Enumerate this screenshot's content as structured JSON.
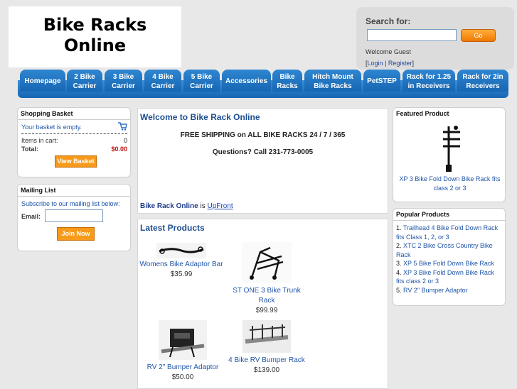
{
  "logo": {
    "line1": "Bike Racks",
    "line2": "Online"
  },
  "search": {
    "label": "Search for:",
    "value": "",
    "go_label": "Go",
    "welcome": "Welcome Guest",
    "login": "Login",
    "sep": "|",
    "register": "Register",
    "open_bracket": "[",
    "close_bracket": "]"
  },
  "nav": [
    {
      "l1": "Homepage",
      "l2": ""
    },
    {
      "l1": "2 Bike",
      "l2": "Carrier"
    },
    {
      "l1": "3 Bike",
      "l2": "Carrier"
    },
    {
      "l1": "4 Bike",
      "l2": "Carrier"
    },
    {
      "l1": "5 Bike",
      "l2": "Carrier"
    },
    {
      "l1": "Accessories",
      "l2": ""
    },
    {
      "l1": "Bike",
      "l2": "Racks"
    },
    {
      "l1": "Hitch Mount",
      "l2": "Bike Racks"
    },
    {
      "l1": "PetSTEP",
      "l2": ""
    },
    {
      "l1": "Rack for 1.25",
      "l2": "in Receivers"
    },
    {
      "l1": "Rack for 2in",
      "l2": "Receivers"
    }
  ],
  "basket": {
    "title": "Shopping Basket",
    "empty": "Your basket is empty.",
    "icon": "cart-icon",
    "items_label": "Items in cart:",
    "items_value": "0",
    "total_label": "Total:",
    "total_value": "$0.00",
    "view_button": "View Basket"
  },
  "mailing": {
    "title": "Mailing List",
    "text": "Subscribe to our mailing list below:",
    "email_label": "Email:",
    "email_value": "",
    "join_button": "Join Now"
  },
  "welcome": {
    "title": "Welcome to Bike Rack Online",
    "shipping": "FREE SHIPPING on ALL BIKE RACKS 24 / 7 / 365",
    "questions": "Questions?  Call 231-773-0005",
    "upfront_brand": "Bike Rack Online",
    "upfront_is": " is ",
    "upfront_link": "UpFront"
  },
  "latest": {
    "title": "Latest Products",
    "products": [
      {
        "name": "Womens Bike Adaptor Bar",
        "price": "$35.99"
      },
      {
        "name": "ST ONE 3 Bike Trunk Rack",
        "price": "$99.99"
      },
      {
        "name": "RV 2\" Bumper Adaptor",
        "price": "$50.00"
      },
      {
        "name": "4 Bike RV Bumper Rack",
        "price": "$139.00"
      }
    ]
  },
  "featured": {
    "title": "Featured Product",
    "name": "XP 3 Bike Fold Down Bike Rack fits class 2 or 3"
  },
  "popular": {
    "title": "Popular Products",
    "items": [
      {
        "num": "1.",
        "name": "Trailhead 4 Bike Fold Down Rack fits Class 1, 2, or 3"
      },
      {
        "num": "2.",
        "name": "XTC 2 Bike Cross Country Bike Rack"
      },
      {
        "num": "3.",
        "name": "XP 5 Bike Fold Down Bike Rack"
      },
      {
        "num": "4.",
        "name": "XP 3 Bike Fold Down Bike Rack fits class 2 or 3"
      },
      {
        "num": "5.",
        "name": "RV 2\" Bumper Adaptor"
      }
    ]
  },
  "colors": {
    "nav_blue": "#1766b3",
    "button_orange": "#f79a1a",
    "link_blue": "#1f55a8"
  }
}
